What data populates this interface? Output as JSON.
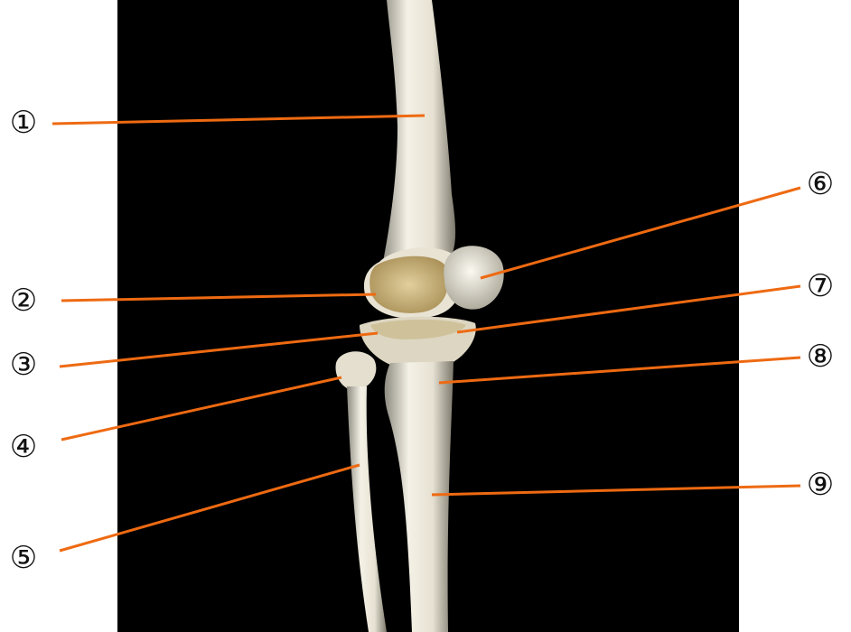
{
  "top_caption": "",
  "panel_color": "#000000",
  "bone_color": "#e9e4d4",
  "cancellous_color": "#c9b37a",
  "leader_color": "#ee6a12",
  "markers": [
    {
      "id": "1",
      "label": "①"
    },
    {
      "id": "2",
      "label": "②"
    },
    {
      "id": "3",
      "label": "③"
    },
    {
      "id": "4",
      "label": "④"
    },
    {
      "id": "5",
      "label": "⑤"
    },
    {
      "id": "6",
      "label": "⑥"
    },
    {
      "id": "7",
      "label": "⑦"
    },
    {
      "id": "8",
      "label": "⑧"
    },
    {
      "id": "9",
      "label": "⑨"
    }
  ]
}
